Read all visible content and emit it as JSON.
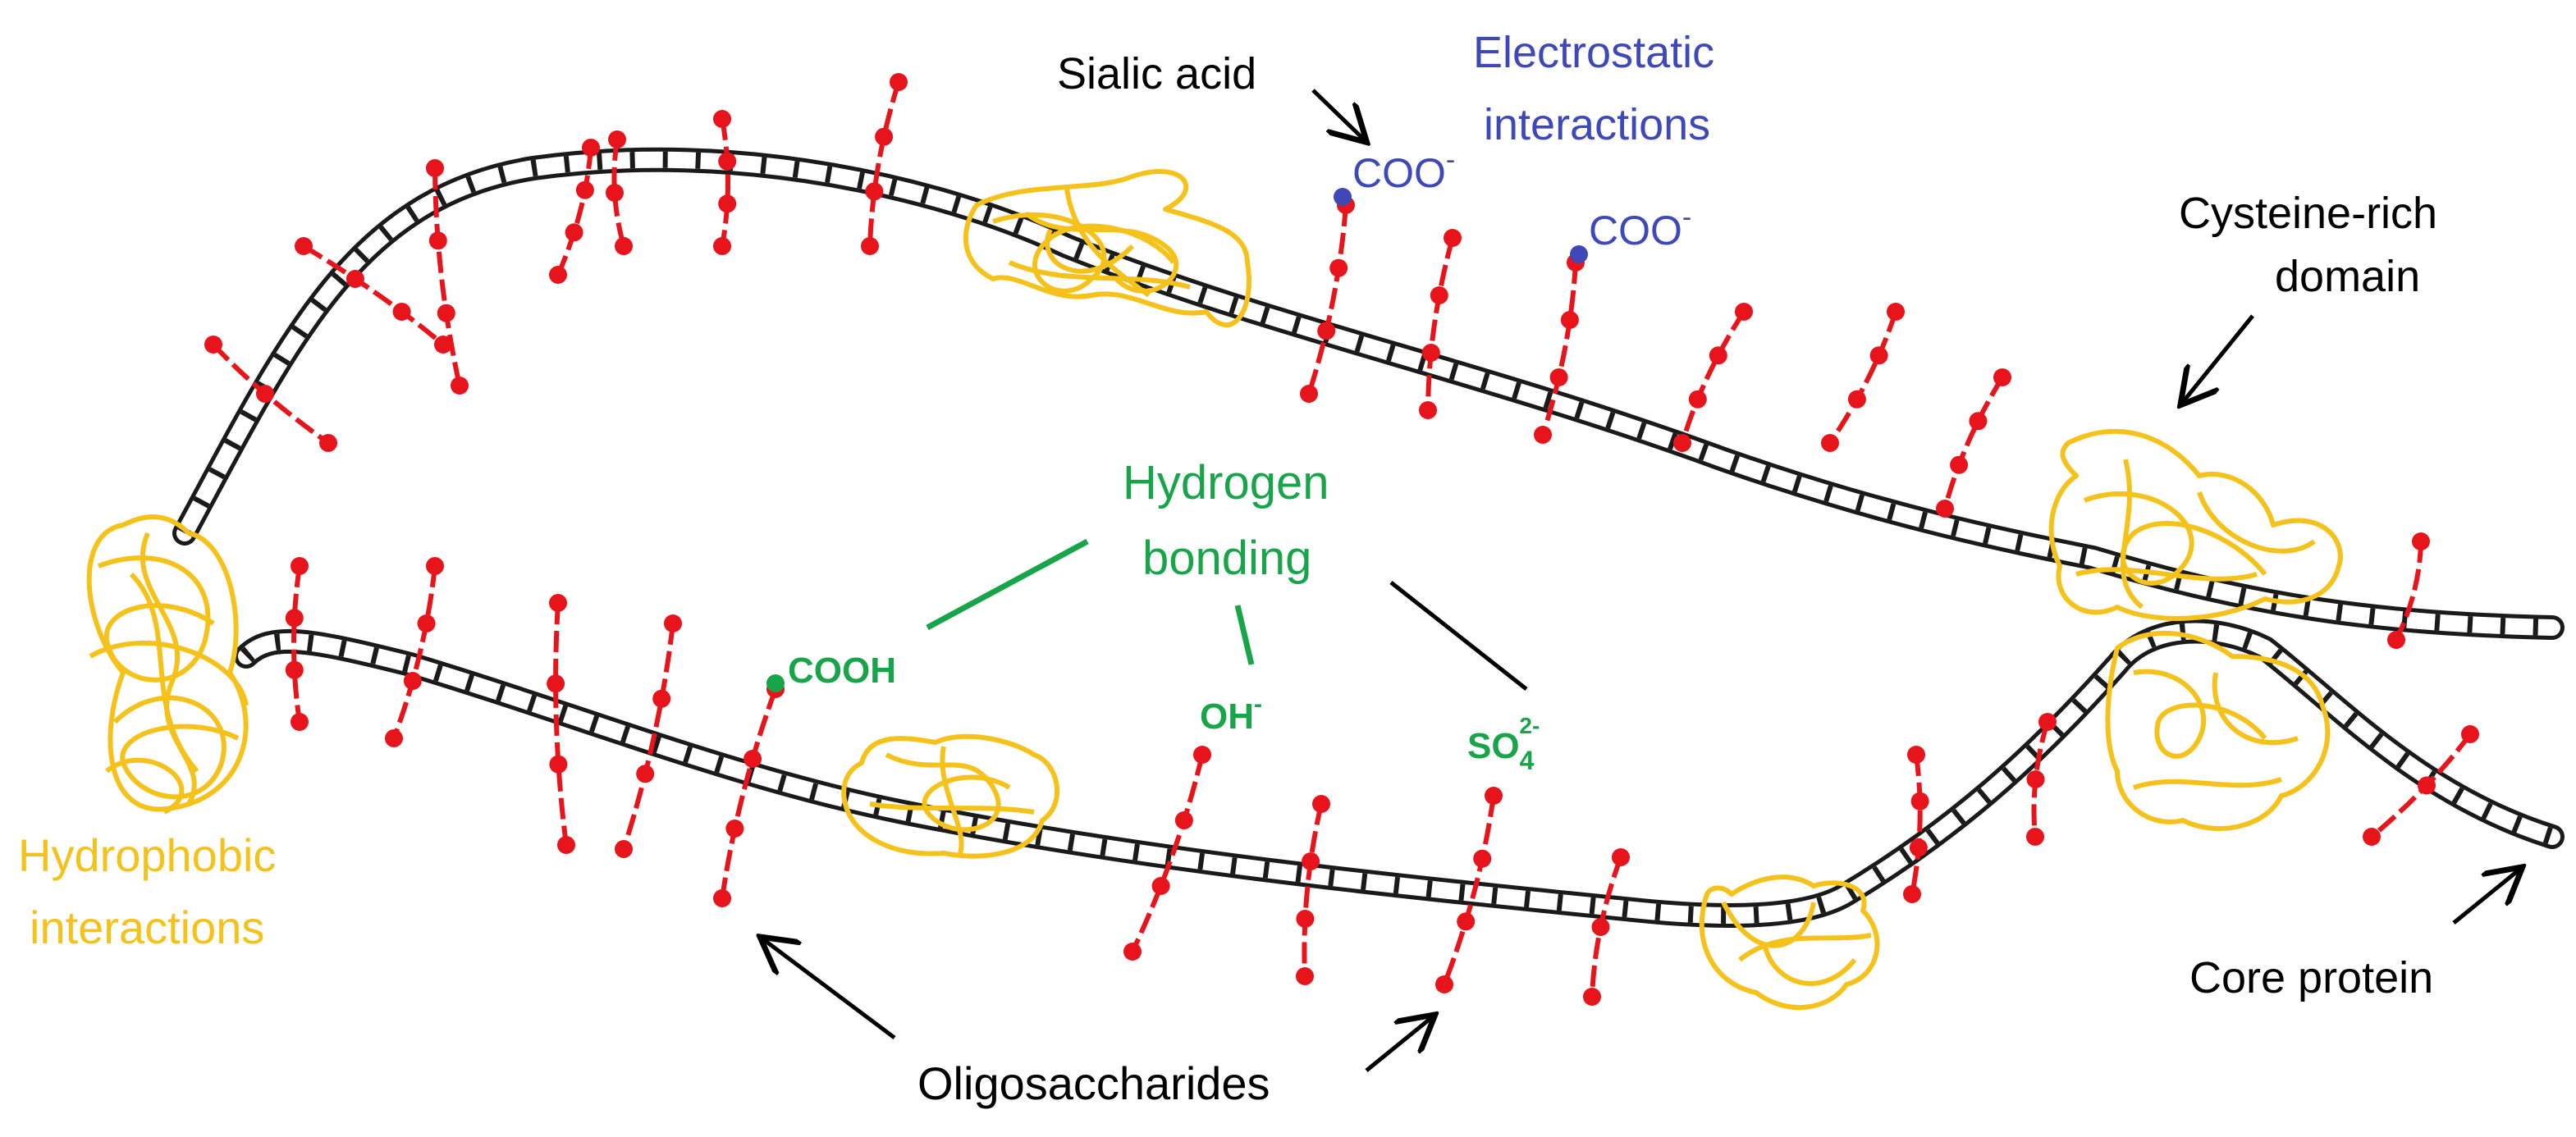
{
  "labels": {
    "sialic_acid": "Sialic acid",
    "electrostatic_1": "Electrostatic",
    "electrostatic_2": "interactions",
    "coo_main": "COO",
    "coo_sup": "-",
    "cysteine_1": "Cysteine-rich",
    "cysteine_2": "domain",
    "hydrogen_1": "Hydrogen",
    "hydrogen_2": "bonding",
    "cooh": "COOH",
    "oh_main": "OH",
    "oh_sup": "-",
    "so_main": "SO",
    "so_sub": "4",
    "so_sup": "2-",
    "hydrophobic_1": "Hydrophobic",
    "hydrophobic_2": "interactions",
    "oligosaccharides": "Oligosaccharides",
    "core_protein": "Core protein"
  },
  "colors": {
    "backbone": "#1a1a1a",
    "oligosaccharide": "#e8141b",
    "domain": "#f5c21b",
    "electrostatic": "#3f48b8",
    "hydrogen": "#18a54a",
    "hydrophobic": "#f5c21b",
    "text": "#000000"
  }
}
